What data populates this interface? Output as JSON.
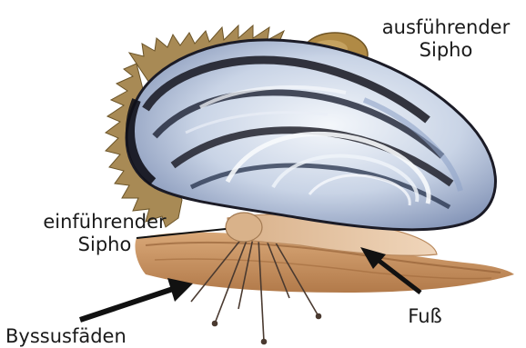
{
  "labels": {
    "exhalant_siphon": [
      "ausführender",
      "Sipho"
    ],
    "inhalant_siphon": [
      "einführender",
      "Sipho"
    ],
    "foot": "Fuß",
    "byssus": "Byssusfäden"
  },
  "colors": {
    "shell_dark": "#15151f",
    "shell_light": "#e8eef6",
    "shell_blue": "#8fa3c8",
    "sand": "#c8935f",
    "foot": "#e6c3a0",
    "mantle_fringe": "#a88a55",
    "arrow": "#111111"
  },
  "icons": [
    "blue-mussel-illustration",
    "pointer-arrow"
  ]
}
